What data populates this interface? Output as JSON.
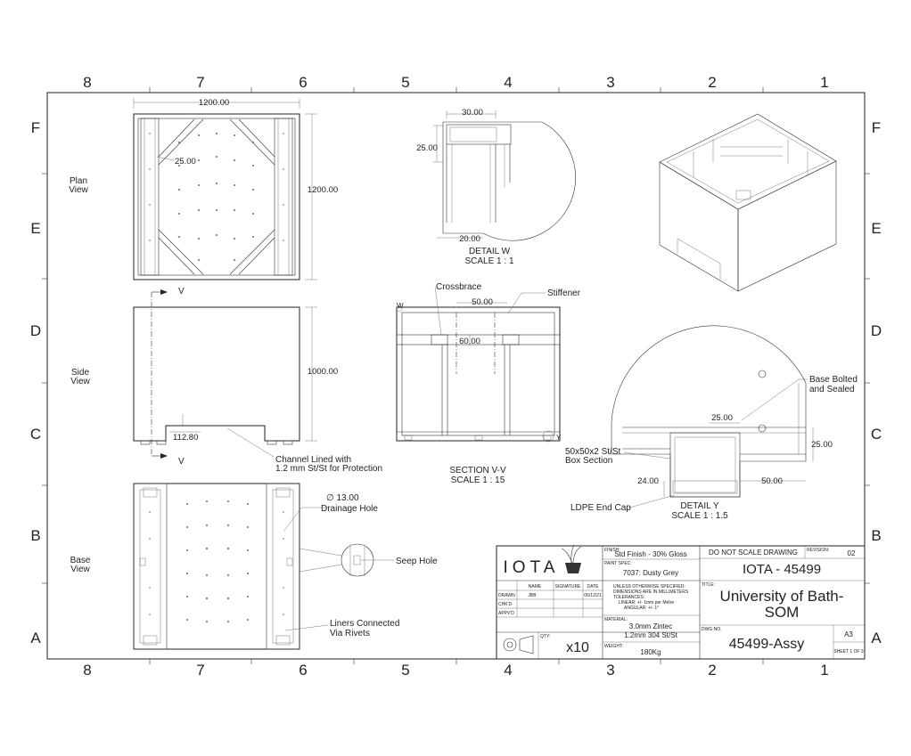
{
  "zones": {
    "columns": [
      "8",
      "7",
      "6",
      "5",
      "4",
      "3",
      "2",
      "1"
    ],
    "rows": [
      "F",
      "E",
      "D",
      "C",
      "B",
      "A"
    ]
  },
  "views": {
    "plan": {
      "label": "Plan\nView",
      "line1": "Plan",
      "line2": "View",
      "width": "1200.00",
      "height": "1200.00",
      "brace": "25.00"
    },
    "side": {
      "line1": "Side",
      "line2": "View",
      "height": "1000.00",
      "notch": "112.80",
      "section_mark": "V"
    },
    "base": {
      "line1": "Base",
      "line2": "View"
    },
    "detail_w": {
      "title": "DETAIL W",
      "scale": "SCALE 1 : 1",
      "dim_top": "30.00",
      "dim_left": "25.00",
      "dim_bottom": "20.00",
      "marker": "W"
    },
    "section_vv": {
      "title": "SECTION V-V",
      "scale": "SCALE 1 : 15",
      "dim_top": "50.00",
      "dim_mid": "60.00"
    },
    "detail_y": {
      "title": "DETAIL Y",
      "scale": "SCALE 1 : 1.5",
      "dim_top": "25.00",
      "dim_right": "25.00",
      "dim_bottom_right": "50.00",
      "dim_bottom_left": "24.00",
      "marker": "Y"
    }
  },
  "callouts": {
    "crossbrace": "Crossbrace",
    "stiffener": "Stiffener",
    "channel_line1": "Channel Lined with",
    "channel_line2": "1.2 mm St/St for Protection",
    "drainage_dia": "∅ 13.00",
    "drainage_hole": "Drainage Hole",
    "seep_hole": "Seep Hole",
    "liners_line1": "Liners Connected",
    "liners_line2": "Via Rivets",
    "box_line1": "50x50x2 St/St",
    "box_line2": "Box Section",
    "ldpe": "LDPE End Cap",
    "base_bolted_line1": "Base Bolted",
    "base_bolted_line2": "and Sealed"
  },
  "title_block": {
    "logo": "IOTA",
    "finish_label": "FINISH:",
    "finish": "Std Finish - 30% Gloss",
    "paint_label": "PAINT SPEC:",
    "paint": "7037: Dusty Grey",
    "col_name": "NAME",
    "col_signature": "SIGNATURE",
    "col_date": "DATE",
    "row_drawn": "DRAWN",
    "row_chkd": "CHK'D",
    "row_apprd": "APPV'D",
    "drawn_name": "JBB",
    "drawn_date": "06/12/21",
    "tol_1": "UNLESS OTHERWISE SPECIFIED:",
    "tol_2": "DIMENSIONS ARE IN MILLIMETERS",
    "tol_3": "TOLERANCES:",
    "tol_4": "LINEAR: +/- 1mm per Metre",
    "tol_5": "ANGULAR: +/- 1°",
    "material_label": "MATERIAL:",
    "material_1": "3.0mm Zintec",
    "material_2": "1.2mm 304 St/St",
    "weight_label": "WEIGHT:",
    "weight": "180Kg",
    "qty_label": "QTY:",
    "qty": "x10",
    "do_not_scale": "DO NOT SCALE DRAWING",
    "revision_label": "REVISION:",
    "revision": "02",
    "part_number": "IOTA - 45499",
    "title_label": "TITLE:",
    "title_1": "University of Bath-",
    "title_2": "SOM",
    "dwg_label": "DWG NO.",
    "dwg_no": "45499-Assy",
    "size": "A3",
    "sheet": "SHEET 1 OF 3"
  }
}
